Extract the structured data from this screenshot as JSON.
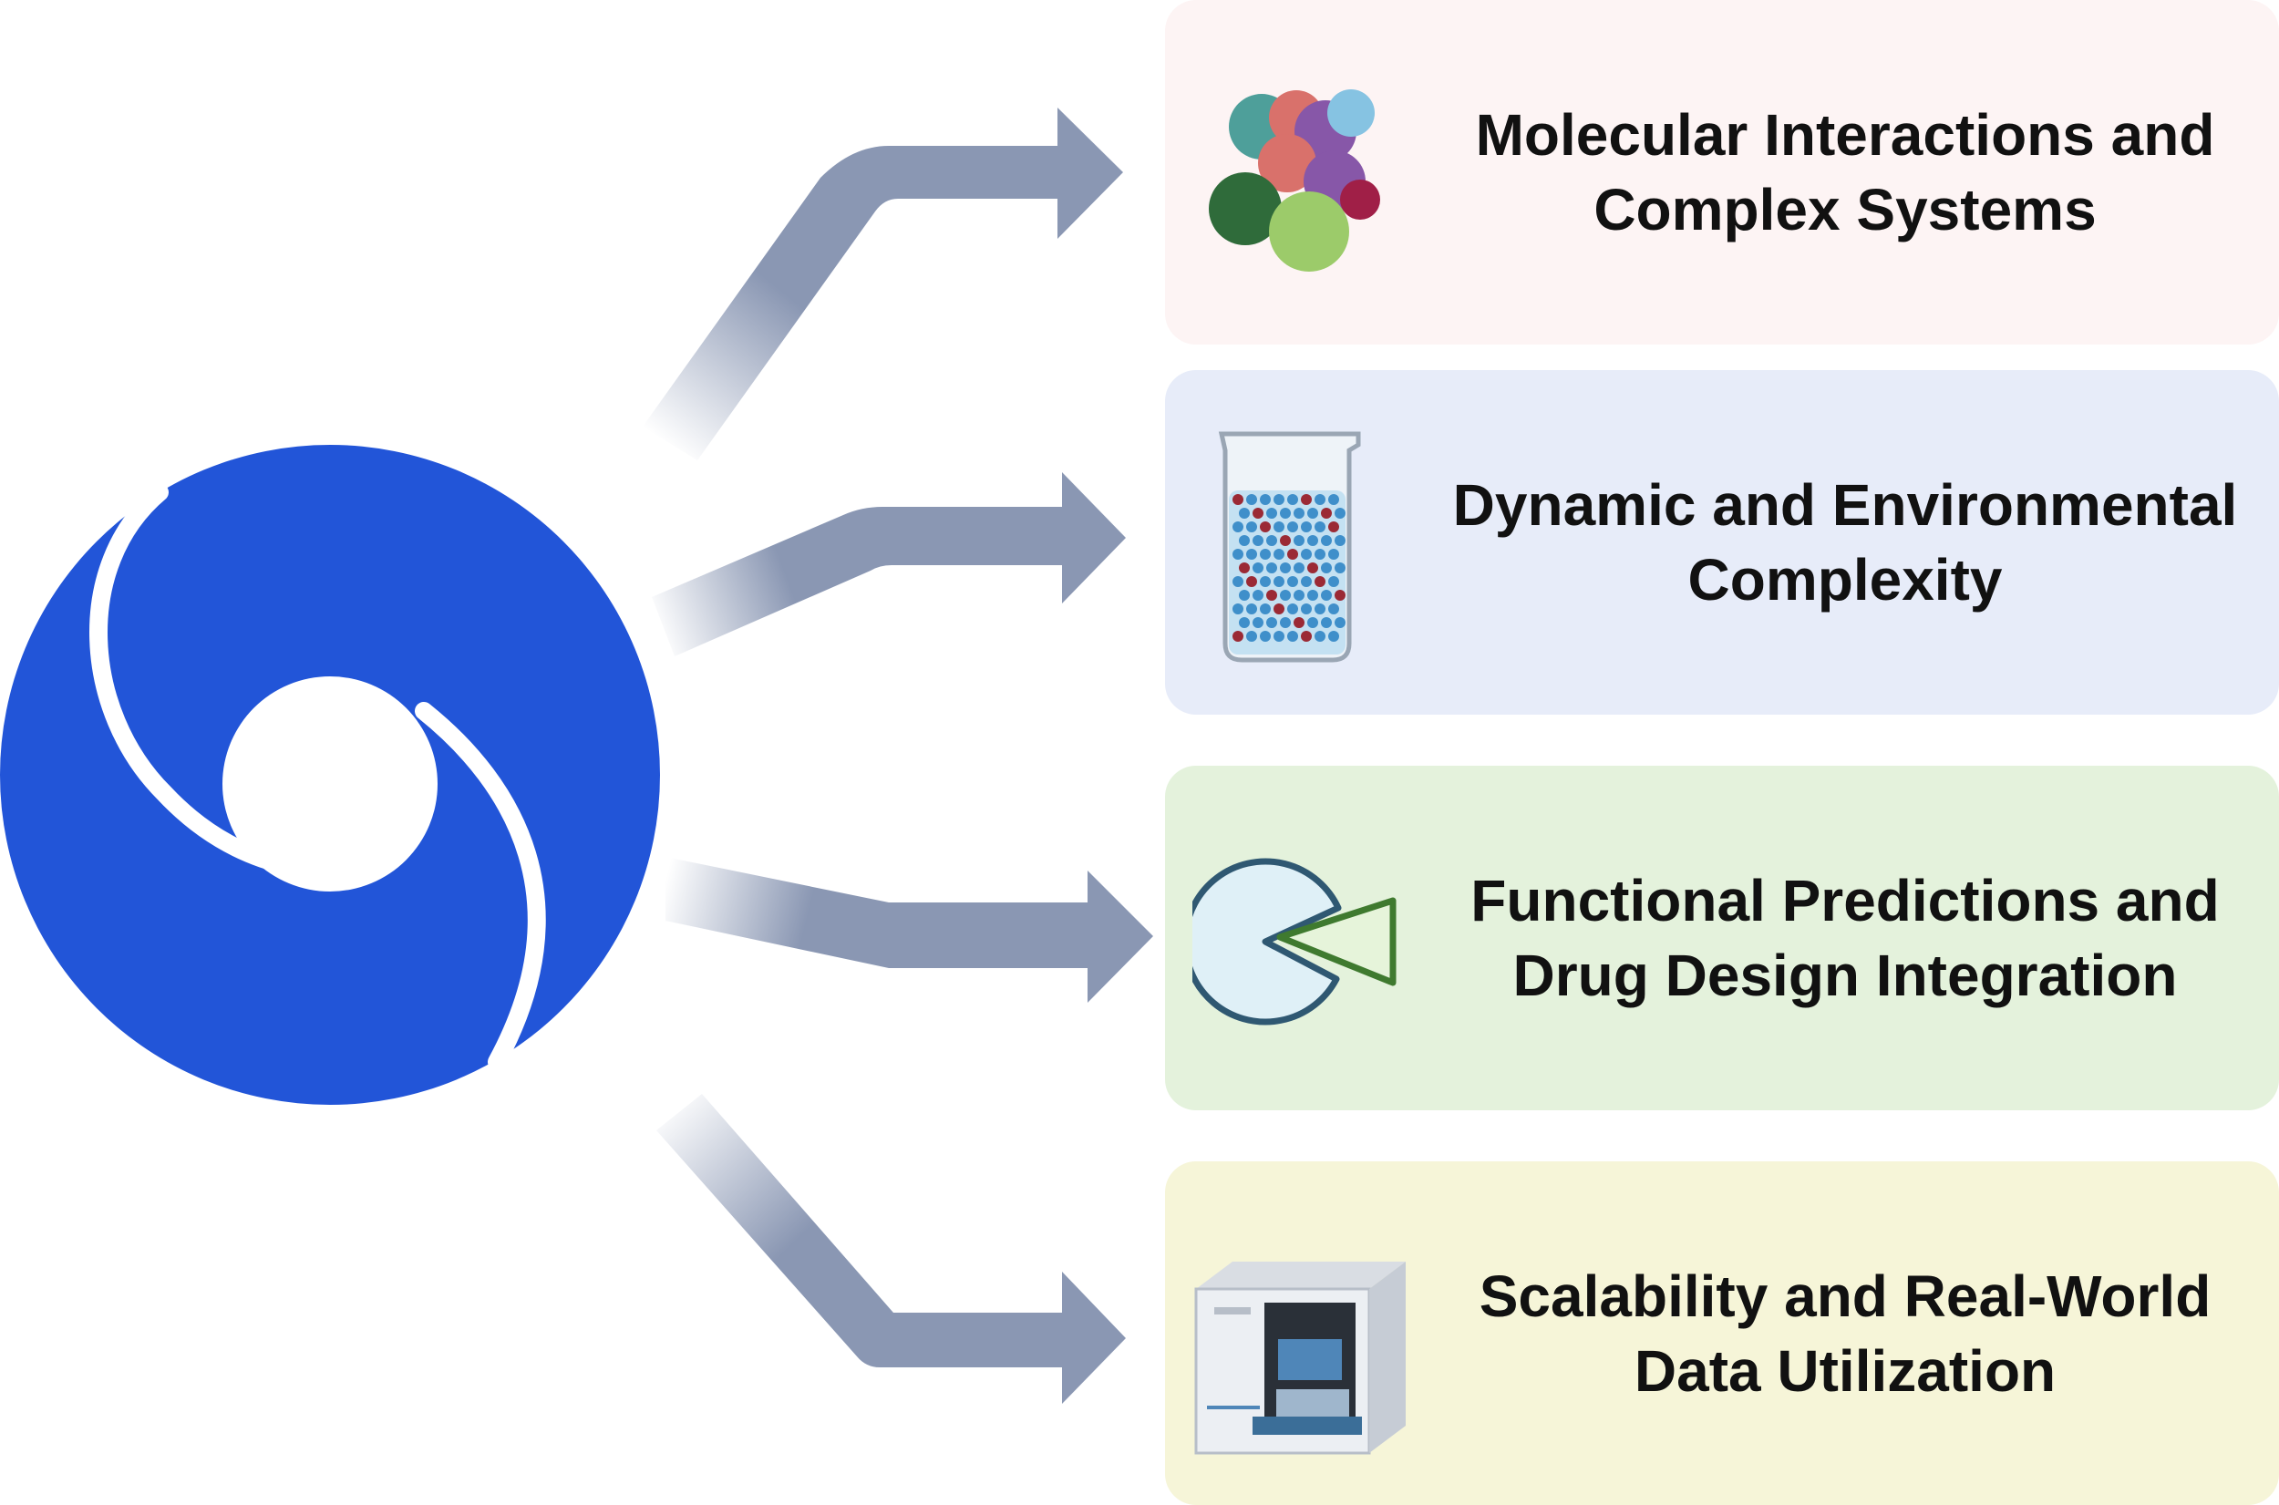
{
  "colors": {
    "logo_blue": "#2255d8",
    "arrow": "#8a97b3",
    "panel_1_bg": "#fdf4f4",
    "panel_2_bg": "#e7ecf9",
    "panel_3_bg": "#e4f2dc",
    "panel_4_bg": "#f6f5d8"
  },
  "logo": {
    "icon": "swirl-logo-icon"
  },
  "panels": [
    {
      "icon": "protein-complex-icon",
      "line1": "Molecular Interactions and",
      "line2": "Complex Systems"
    },
    {
      "icon": "beaker-molecules-icon",
      "line1": "Dynamic and Environmental",
      "line2": "Complexity"
    },
    {
      "icon": "pie-chart-icon",
      "line1": "Functional Predictions and",
      "line2": "Drug Design Integration"
    },
    {
      "icon": "lab-instrument-icon",
      "line1": "Scalability and Real-World",
      "line2": "Data Utilization"
    }
  ]
}
